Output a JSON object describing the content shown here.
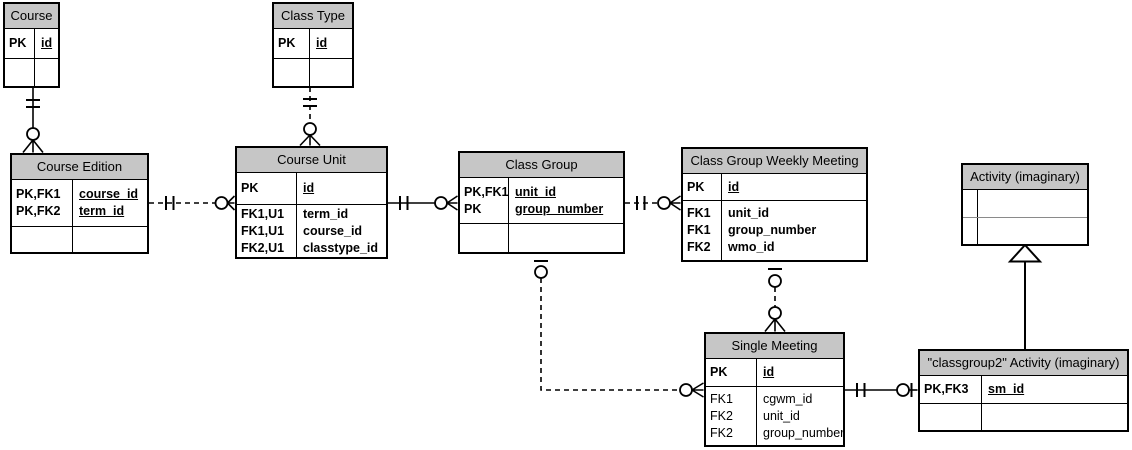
{
  "colors": {
    "header_bg": "#c6c6c6",
    "line": "#000000",
    "background": "#ffffff"
  },
  "entities": {
    "course": {
      "title": "Course",
      "rows": [
        {
          "key": "PK",
          "name": "id"
        }
      ]
    },
    "class_type": {
      "title": "Class Type",
      "rows": [
        {
          "key": "PK",
          "name": "id"
        }
      ]
    },
    "course_edition": {
      "title": "Course Edition",
      "rows": [
        {
          "key": "PK,FK1",
          "name": "course_id"
        },
        {
          "key": "PK,FK2",
          "name": "term_id"
        }
      ]
    },
    "course_unit": {
      "title": "Course Unit",
      "pk_rows": [
        {
          "key": "PK",
          "name": "id"
        }
      ],
      "attr_rows": [
        {
          "key": "FK1,U1",
          "name": "term_id"
        },
        {
          "key": "FK1,U1",
          "name": "course_id"
        },
        {
          "key": "FK2,U1",
          "name": "classtype_id"
        }
      ]
    },
    "class_group": {
      "title": "Class Group",
      "rows": [
        {
          "key": "PK,FK1",
          "name": "unit_id"
        },
        {
          "key": "PK",
          "name": "group_number"
        }
      ]
    },
    "class_group_weekly_meeting": {
      "title": "Class Group Weekly Meeting",
      "pk_rows": [
        {
          "key": "PK",
          "name": "id"
        }
      ],
      "attr_rows": [
        {
          "key": "FK1",
          "name": "unit_id"
        },
        {
          "key": "FK1",
          "name": "group_number"
        },
        {
          "key": "FK2",
          "name": "wmo_id"
        }
      ]
    },
    "activity": {
      "title": "Activity (imaginary)"
    },
    "single_meeting": {
      "title": "Single Meeting",
      "pk_rows": [
        {
          "key": "PK",
          "name": "id"
        }
      ],
      "attr_rows": [
        {
          "key": "FK1",
          "name": "cgwm_id"
        },
        {
          "key": "FK2",
          "name": "unit_id"
        },
        {
          "key": "FK2",
          "name": "group_number"
        }
      ]
    },
    "classgroup2_activity": {
      "title": "\"classgroup2\" Activity (imaginary)",
      "rows": [
        {
          "key": "PK,FK3",
          "name": "sm_id"
        }
      ]
    }
  },
  "relationships": [
    {
      "from": "Course",
      "to": "Course Edition",
      "from_card": "exactly-one",
      "to_card": "zero-or-many",
      "style": "solid"
    },
    {
      "from": "Class Type",
      "to": "Course Unit",
      "from_card": "exactly-one",
      "to_card": "zero-or-many",
      "style": "dashed"
    },
    {
      "from": "Course Edition",
      "to": "Course Unit",
      "from_card": "exactly-one",
      "to_card": "zero-or-many",
      "style": "dashed"
    },
    {
      "from": "Course Unit",
      "to": "Class Group",
      "from_card": "exactly-one",
      "to_card": "zero-or-many",
      "style": "solid"
    },
    {
      "from": "Class Group",
      "to": "Class Group Weekly Meeting",
      "from_card": "exactly-one",
      "to_card": "zero-or-many",
      "style": "dashed"
    },
    {
      "from": "Class Group",
      "to": "Single Meeting",
      "from_card": "zero-or-one",
      "to_card": "zero-or-many",
      "style": "dashed"
    },
    {
      "from": "Class Group Weekly Meeting",
      "to": "Single Meeting",
      "from_card": "zero-or-one",
      "to_card": "zero-or-many",
      "style": "dashed"
    },
    {
      "from": "Single Meeting",
      "to": "\"classgroup2\" Activity (imaginary)",
      "from_card": "exactly-one",
      "to_card": "zero-or-one",
      "style": "solid"
    },
    {
      "from": "\"classgroup2\" Activity (imaginary)",
      "to": "Activity (imaginary)",
      "type": "inheritance",
      "style": "solid"
    }
  ]
}
